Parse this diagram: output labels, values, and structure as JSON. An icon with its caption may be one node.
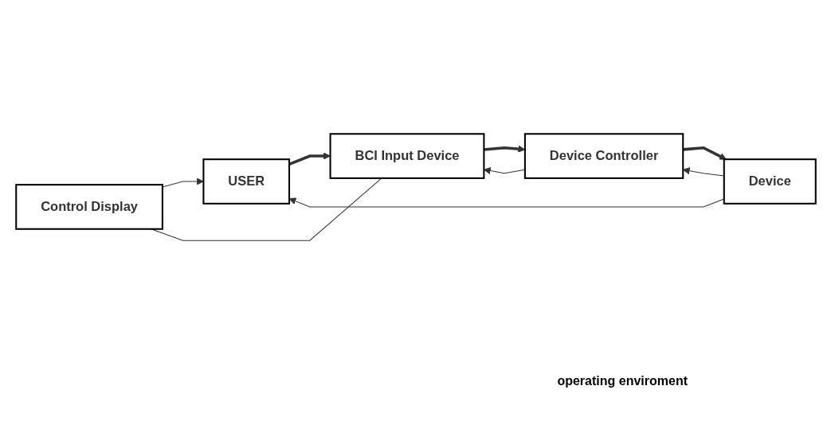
{
  "diagram": {
    "nodes": [
      {
        "text": [
          "USER"
        ]
      },
      {
        "text": [
          "Control Display"
        ]
      },
      {
        "text": [
          "BCI Input Device"
        ]
      },
      {
        "text": [
          "Device Controller"
        ]
      },
      {
        "text": [
          "Device"
        ]
      }
    ],
    "edges": [
      {
        "from": 0,
        "to": 2,
        "arrow": "to",
        "style": "thick"
      },
      {
        "from": 2,
        "to": 3,
        "arrow": "to",
        "style": "thick"
      },
      {
        "from": 3,
        "to": 4,
        "arrow": "to",
        "style": "thick"
      },
      {
        "from": 4,
        "to": 0,
        "arrow": "to"
      },
      {
        "from": 1,
        "to": 0,
        "arrow": "to"
      },
      {
        "from": 1,
        "to": 2,
        "arrow": "none"
      },
      {
        "from": 3,
        "to": 2,
        "arrow": "to"
      },
      {
        "from": 4,
        "to": 3,
        "arrow": "to"
      }
    ],
    "labels": [
      "operating enviroment"
    ]
  }
}
